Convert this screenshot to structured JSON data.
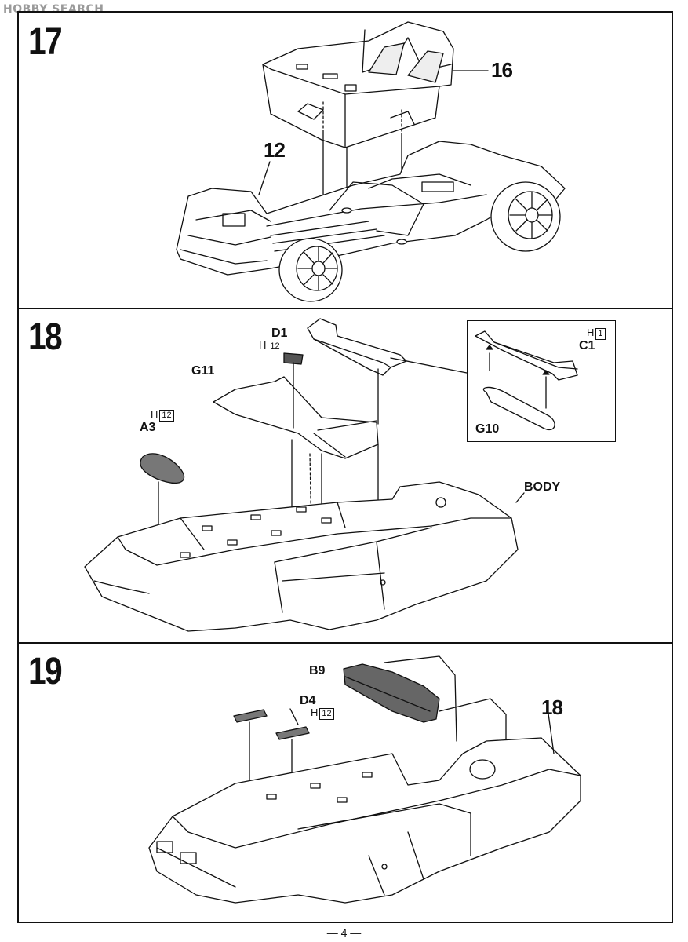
{
  "watermark": "HOBBY SEARCH",
  "steps": [
    {
      "number": "17",
      "parts": [
        "16",
        "12"
      ]
    },
    {
      "number": "18",
      "parts": {
        "d1": "D1",
        "d1_ref": "H",
        "d1_ref_num": "12",
        "g11": "G11",
        "a3_ref": "H",
        "a3_ref_num": "12",
        "a3": "A3",
        "c1_ref": "H",
        "c1_ref_num": "1",
        "c1": "C1",
        "g10": "G10",
        "body": "BODY"
      }
    },
    {
      "number": "19",
      "parts": {
        "b9": "B9",
        "d4": "D4",
        "d4_ref": "H",
        "d4_ref_num": "12",
        "ref18": "18"
      }
    }
  ],
  "page_number": "— 4 —"
}
